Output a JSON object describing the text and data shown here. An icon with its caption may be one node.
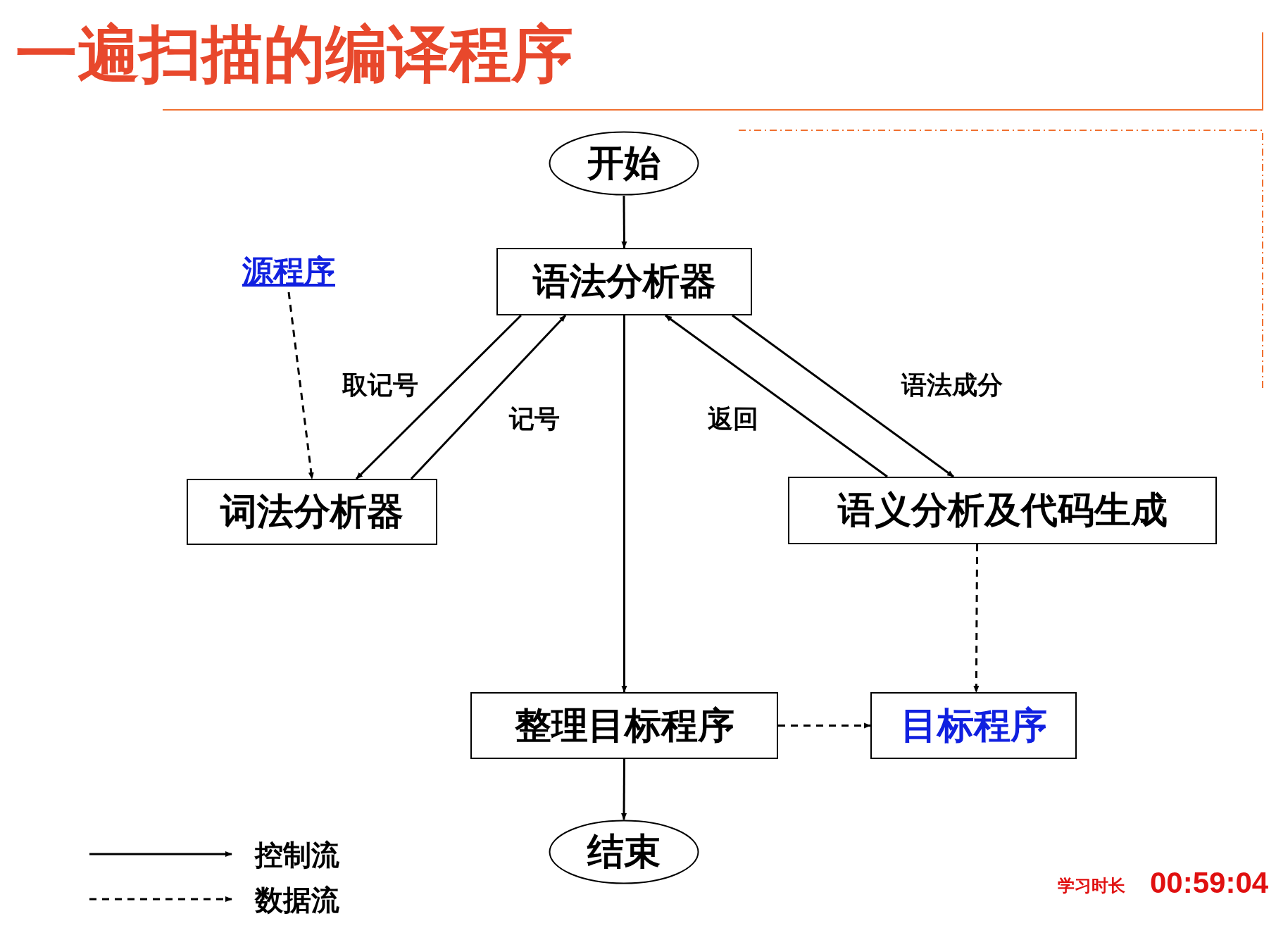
{
  "diagram": {
    "title": "一遍扫描的编译程序",
    "nodes": [
      {
        "text": [
          "开始"
        ]
      },
      {
        "text": [
          "语法分析器"
        ]
      },
      {
        "text": [
          "源程序"
        ]
      },
      {
        "text": [
          "词法分析器"
        ]
      },
      {
        "text": [
          "语义分析及代码生成"
        ]
      },
      {
        "text": [
          "整理目标程序"
        ]
      },
      {
        "text": [
          "目标程序"
        ]
      },
      {
        "text": [
          "结束"
        ]
      }
    ],
    "edges": [
      {
        "from": 0,
        "to": 1,
        "arrow": "to"
      },
      {
        "from": 2,
        "to": 3,
        "arrow": "to",
        "style": "dashed"
      },
      {
        "from": 1,
        "to": 3,
        "arrow": "to",
        "label": "取记号"
      },
      {
        "from": 3,
        "to": 1,
        "arrow": "to",
        "label": "记号"
      },
      {
        "from": 4,
        "to": 1,
        "arrow": "to",
        "label": "返回"
      },
      {
        "from": 1,
        "to": 4,
        "arrow": "to",
        "label": "语法成分"
      },
      {
        "from": 1,
        "to": 5,
        "arrow": "to"
      },
      {
        "from": 4,
        "to": 6,
        "arrow": "to",
        "style": "dashed"
      },
      {
        "from": 5,
        "to": 6,
        "arrow": "to",
        "style": "dashed"
      },
      {
        "from": 5,
        "to": 7,
        "arrow": "to"
      }
    ],
    "labels": [
      "学习时长",
      "00:59:04"
    ],
    "legend": [
      {
        "text": "控制流"
      },
      {
        "text": "数据流"
      }
    ]
  }
}
